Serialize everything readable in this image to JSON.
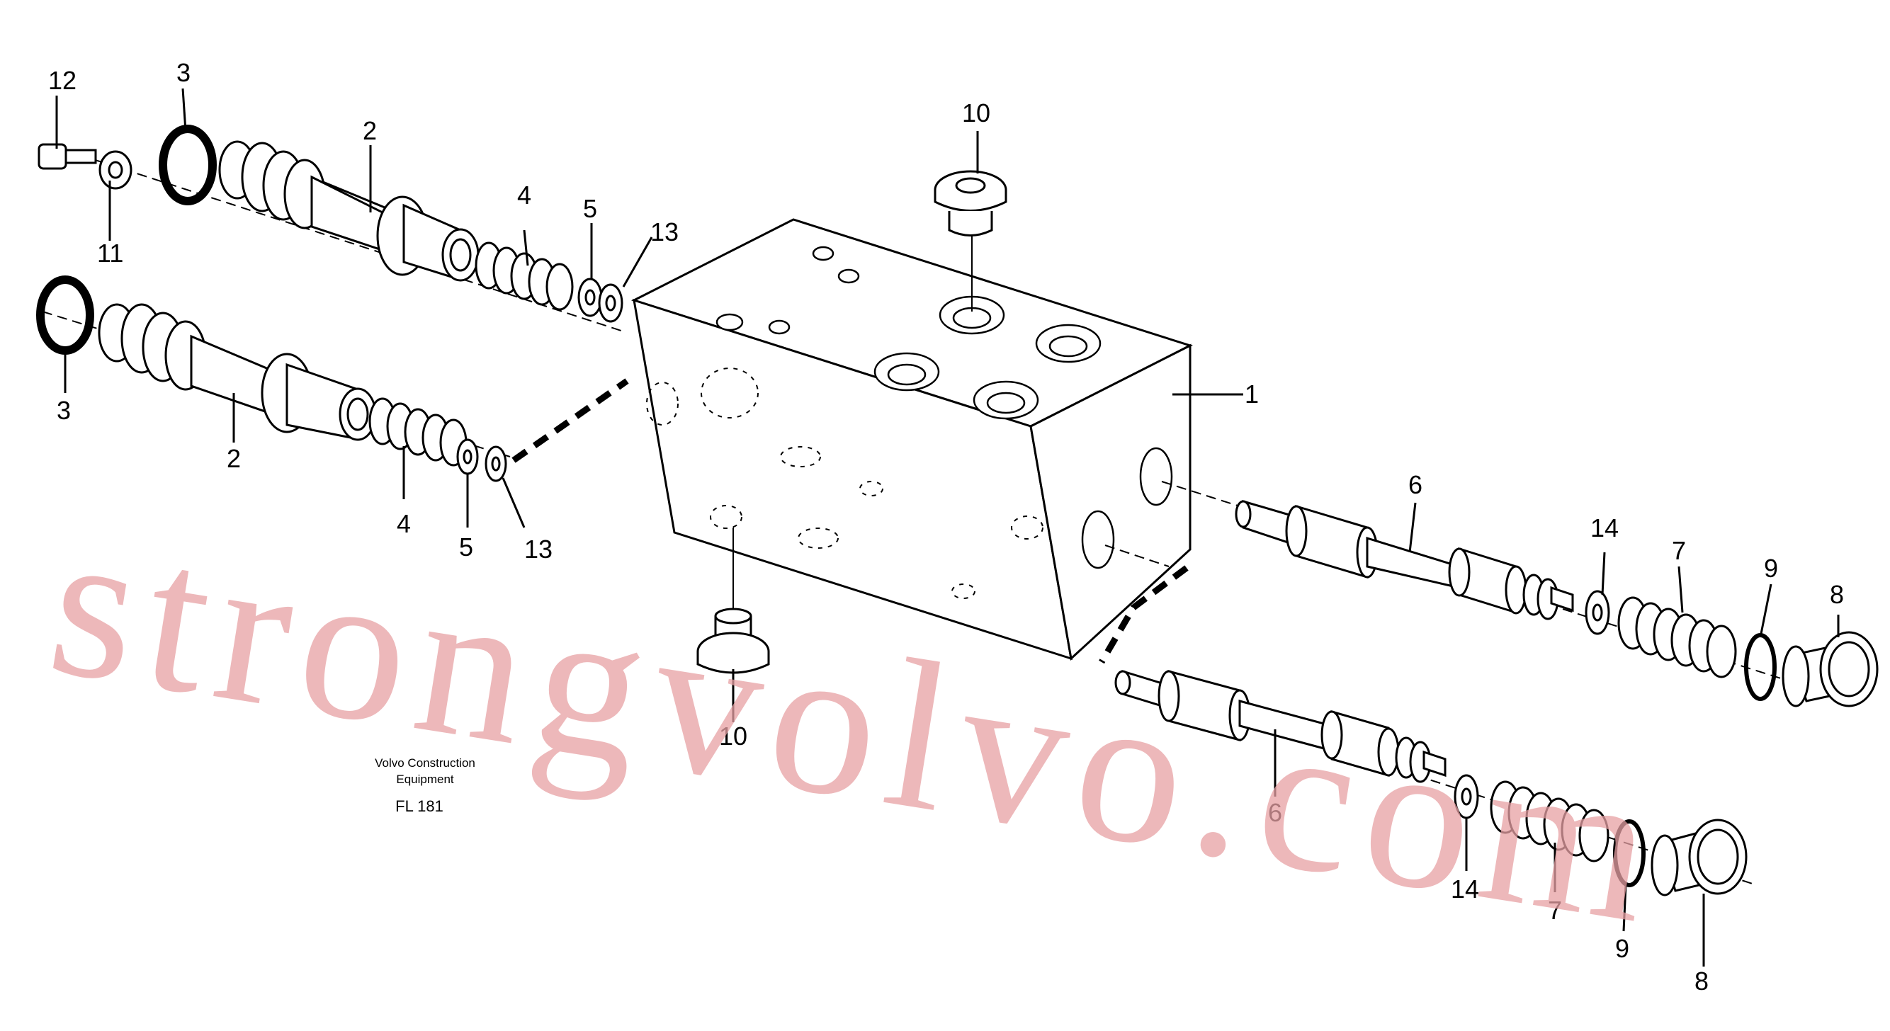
{
  "diagram": {
    "callouts": [
      {
        "id": "c12",
        "text": "12"
      },
      {
        "id": "c3a",
        "text": "3"
      },
      {
        "id": "c2a",
        "text": "2"
      },
      {
        "id": "c11",
        "text": "11"
      },
      {
        "id": "c4a",
        "text": "4"
      },
      {
        "id": "c5a",
        "text": "5"
      },
      {
        "id": "c13a",
        "text": "13"
      },
      {
        "id": "c10a",
        "text": "10"
      },
      {
        "id": "c3b",
        "text": "3"
      },
      {
        "id": "c2b",
        "text": "2"
      },
      {
        "id": "c4b",
        "text": "4"
      },
      {
        "id": "c5b",
        "text": "5"
      },
      {
        "id": "c13b",
        "text": "13"
      },
      {
        "id": "c1",
        "text": "1"
      },
      {
        "id": "c6a",
        "text": "6"
      },
      {
        "id": "c14a",
        "text": "14"
      },
      {
        "id": "c7a",
        "text": "7"
      },
      {
        "id": "c9a",
        "text": "9"
      },
      {
        "id": "c8a",
        "text": "8"
      },
      {
        "id": "c10b",
        "text": "10"
      },
      {
        "id": "c6b",
        "text": "6"
      },
      {
        "id": "c14b",
        "text": "14"
      },
      {
        "id": "c7b",
        "text": "7"
      },
      {
        "id": "c9b",
        "text": "9"
      },
      {
        "id": "c8b",
        "text": "8"
      }
    ],
    "caption": {
      "line1": "Volvo Construction",
      "line2": "Equipment",
      "code": "FL 181"
    },
    "watermark": "strongvolvo.com",
    "colors": {
      "ink": "#000000",
      "watermark": "#e7a1a4",
      "background": "#ffffff"
    }
  }
}
